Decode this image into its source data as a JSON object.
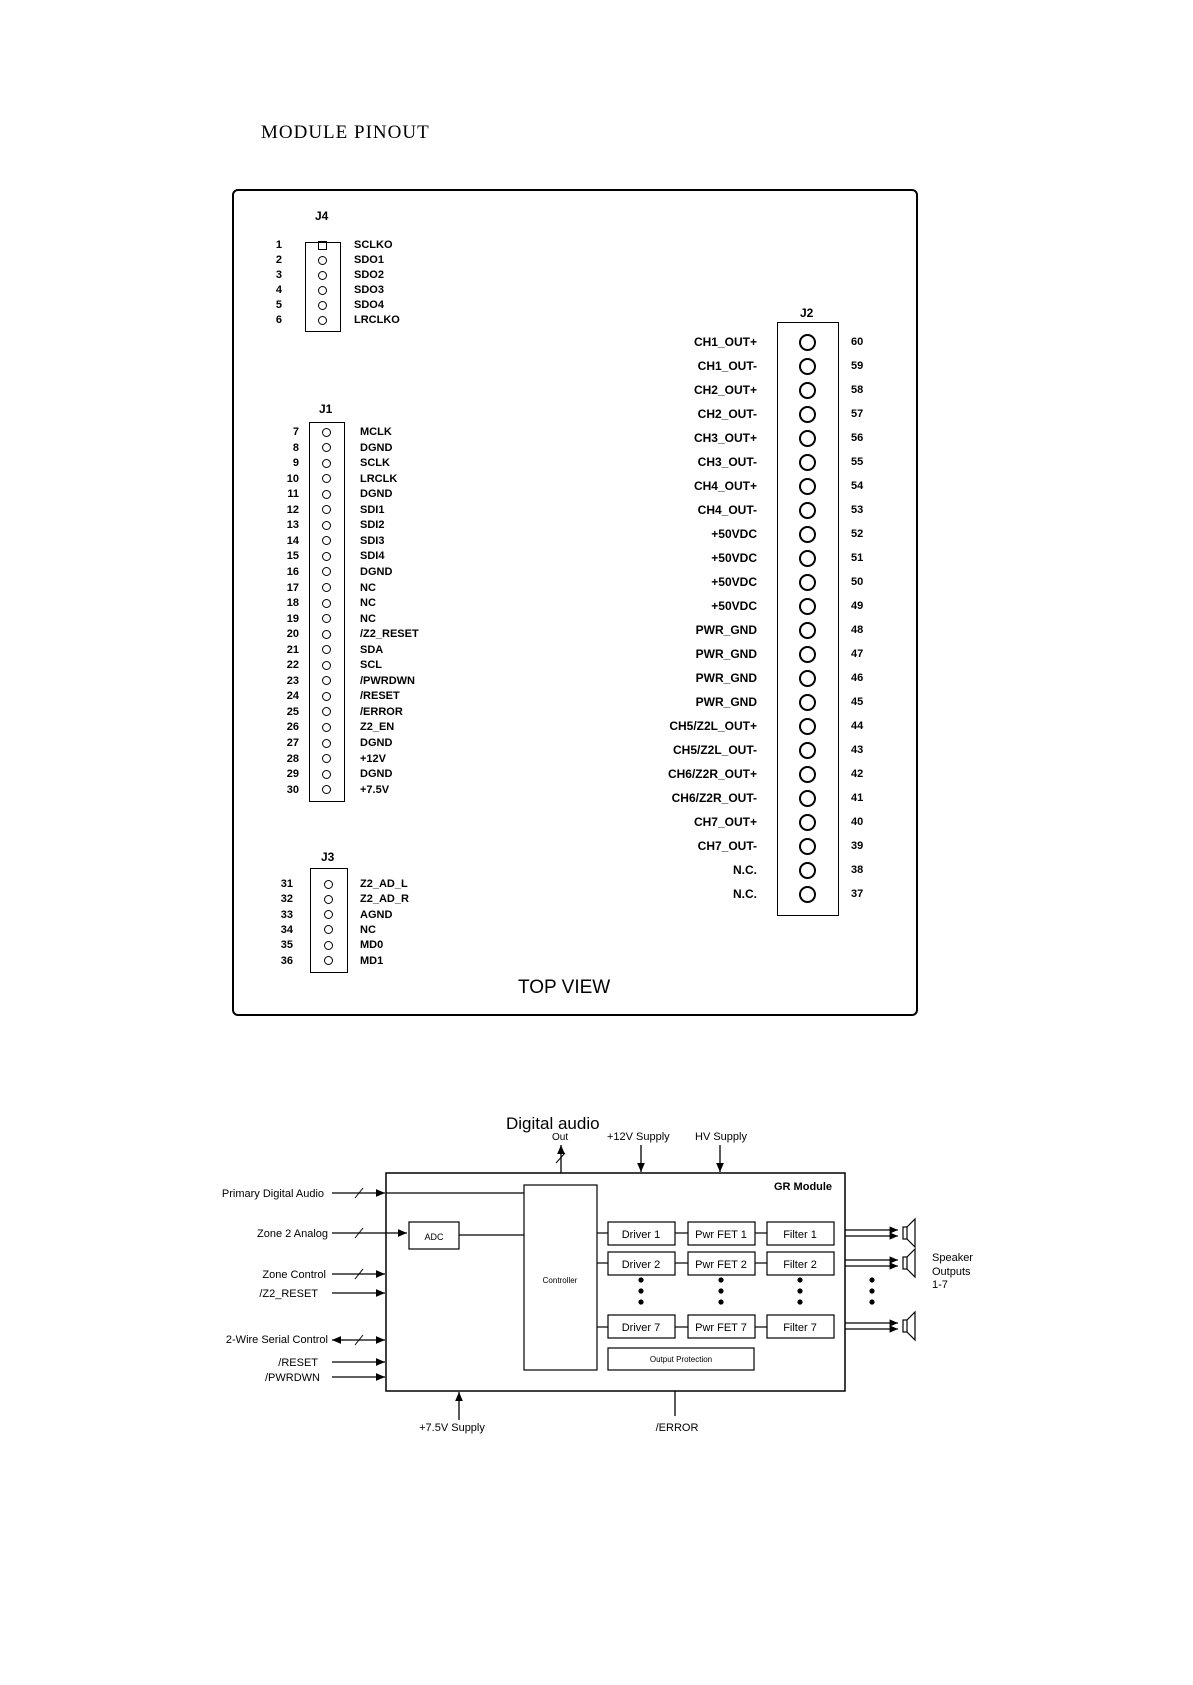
{
  "page_title": "MODULE PINOUT",
  "pinout": {
    "caption": "TOP VIEW",
    "j4": {
      "title": "J4",
      "pins": [
        {
          "num": "1",
          "label": "SCLKO"
        },
        {
          "num": "2",
          "label": "SDO1"
        },
        {
          "num": "3",
          "label": "SDO2"
        },
        {
          "num": "4",
          "label": "SDO3"
        },
        {
          "num": "5",
          "label": "SDO4"
        },
        {
          "num": "6",
          "label": "LRCLKO"
        }
      ]
    },
    "j1": {
      "title": "J1",
      "pins": [
        {
          "num": "7",
          "label": "MCLK"
        },
        {
          "num": "8",
          "label": "DGND"
        },
        {
          "num": "9",
          "label": "SCLK"
        },
        {
          "num": "10",
          "label": "LRCLK"
        },
        {
          "num": "11",
          "label": "DGND"
        },
        {
          "num": "12",
          "label": "SDI1"
        },
        {
          "num": "13",
          "label": "SDI2"
        },
        {
          "num": "14",
          "label": "SDI3"
        },
        {
          "num": "15",
          "label": "SDI4"
        },
        {
          "num": "16",
          "label": "DGND"
        },
        {
          "num": "17",
          "label": "NC"
        },
        {
          "num": "18",
          "label": "NC"
        },
        {
          "num": "19",
          "label": "NC"
        },
        {
          "num": "20",
          "label": "/Z2_RESET"
        },
        {
          "num": "21",
          "label": "SDA"
        },
        {
          "num": "22",
          "label": "SCL"
        },
        {
          "num": "23",
          "label": "/PWRDWN"
        },
        {
          "num": "24",
          "label": "/RESET"
        },
        {
          "num": "25",
          "label": "/ERROR"
        },
        {
          "num": "26",
          "label": "Z2_EN"
        },
        {
          "num": "27",
          "label": "DGND"
        },
        {
          "num": "28",
          "label": "+12V"
        },
        {
          "num": "29",
          "label": "DGND"
        },
        {
          "num": "30",
          "label": "+7.5V"
        }
      ]
    },
    "j3": {
      "title": "J3",
      "pins": [
        {
          "num": "31",
          "label": "Z2_AD_L"
        },
        {
          "num": "32",
          "label": "Z2_AD_R"
        },
        {
          "num": "33",
          "label": "AGND"
        },
        {
          "num": "34",
          "label": "NC"
        },
        {
          "num": "35",
          "label": "MD0"
        },
        {
          "num": "36",
          "label": "MD1"
        }
      ]
    },
    "j2": {
      "title": "J2",
      "pins": [
        {
          "num": "60",
          "label": "CH1_OUT+"
        },
        {
          "num": "59",
          "label": "CH1_OUT-"
        },
        {
          "num": "58",
          "label": "CH2_OUT+"
        },
        {
          "num": "57",
          "label": "CH2_OUT-"
        },
        {
          "num": "56",
          "label": "CH3_OUT+"
        },
        {
          "num": "55",
          "label": "CH3_OUT-"
        },
        {
          "num": "54",
          "label": "CH4_OUT+"
        },
        {
          "num": "53",
          "label": "CH4_OUT-"
        },
        {
          "num": "52",
          "label": "+50VDC"
        },
        {
          "num": "51",
          "label": "+50VDC"
        },
        {
          "num": "50",
          "label": "+50VDC"
        },
        {
          "num": "49",
          "label": "+50VDC"
        },
        {
          "num": "48",
          "label": "PWR_GND"
        },
        {
          "num": "47",
          "label": "PWR_GND"
        },
        {
          "num": "46",
          "label": "PWR_GND"
        },
        {
          "num": "45",
          "label": "PWR_GND"
        },
        {
          "num": "44",
          "label": "CH5/Z2L_OUT+"
        },
        {
          "num": "43",
          "label": "CH5/Z2L_OUT-"
        },
        {
          "num": "42",
          "label": "CH6/Z2R_OUT+"
        },
        {
          "num": "41",
          "label": "CH6/Z2R_OUT-"
        },
        {
          "num": "40",
          "label": "CH7_OUT+"
        },
        {
          "num": "39",
          "label": "CH7_OUT-"
        },
        {
          "num": "38",
          "label": "N.C."
        },
        {
          "num": "37",
          "label": "N.C."
        }
      ]
    }
  },
  "block_diagram": {
    "module_title": "GR Module",
    "top_labels": {
      "digital_audio": "Digital audio",
      "out": "Out",
      "supply_12v": "+12V Supply",
      "hv_supply": "HV Supply"
    },
    "inputs": {
      "primary_digital_audio": "Primary Digital Audio",
      "zone2_analog": "Zone 2 Analog",
      "zone_control": "Zone Control",
      "z2_reset": "/Z2_RESET",
      "two_wire": "2-Wire Serial Control",
      "reset": "/RESET",
      "pwrdwn": "/PWRDWN"
    },
    "bottom_labels": {
      "supply_7v5": "+7.5V Supply",
      "error": "/ERROR"
    },
    "adc": "ADC",
    "controller": "Controller",
    "output_protection": "Output Protection",
    "channels": [
      {
        "driver": "Driver 1",
        "fet": "Pwr FET 1",
        "filter": "Filter 1"
      },
      {
        "driver": "Driver 2",
        "fet": "Pwr FET 2",
        "filter": "Filter 2"
      },
      {
        "driver": "Driver 7",
        "fet": "Pwr FET 7",
        "filter": "Filter 7"
      }
    ],
    "speaker_label": [
      "Speaker",
      "Outputs",
      "1-7"
    ]
  }
}
